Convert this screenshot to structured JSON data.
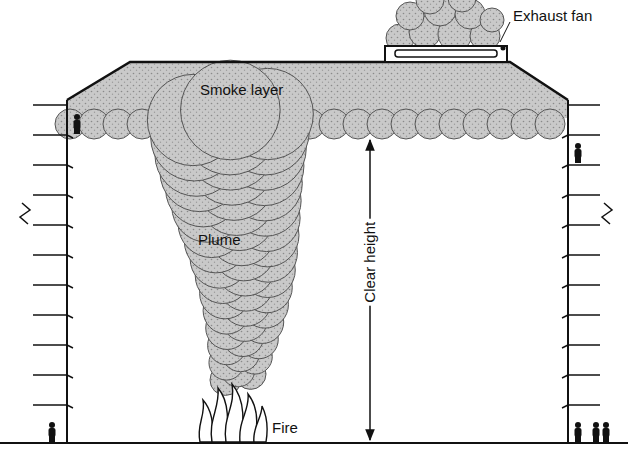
{
  "diagram": {
    "labels": [
      "Exhaust fan",
      "Smoke layer",
      "Plume",
      "Clear height",
      "Fire"
    ]
  }
}
